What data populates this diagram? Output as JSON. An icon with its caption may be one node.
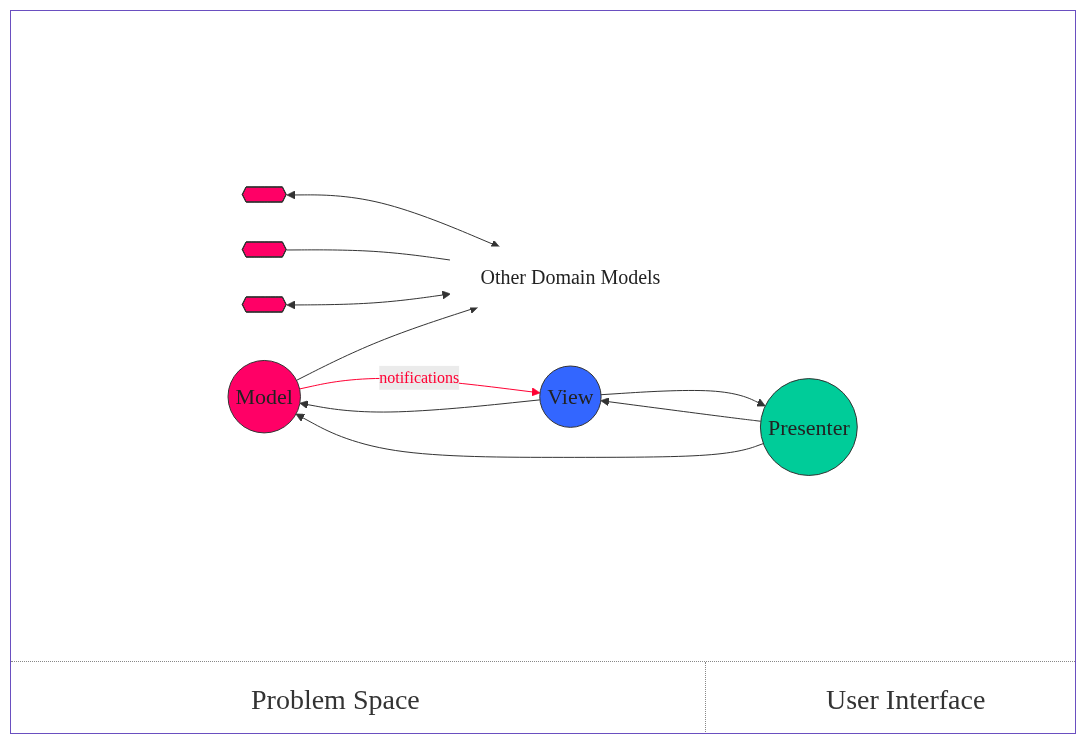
{
  "diagram": {
    "nodes": [
      {
        "text": [],
        "shape": "cross"
      },
      {
        "text": [],
        "shape": "cross"
      },
      {
        "text": [],
        "shape": "cross"
      },
      {
        "text": [
          "Other Domain Models"
        ]
      },
      {
        "text": [
          "Model"
        ]
      },
      {
        "text": [
          "Presenter"
        ]
      },
      {
        "text": [
          "View"
        ]
      }
    ],
    "edges": [
      {
        "from": 0,
        "to": 3,
        "arrow": "both"
      },
      {
        "from": 1,
        "to": 3,
        "arrow": "none"
      },
      {
        "from": 2,
        "to": 3,
        "arrow": "both"
      },
      {
        "from": 4,
        "to": 3,
        "arrow": "to"
      },
      {
        "from": 5,
        "to": 4,
        "arrow": "to"
      },
      {
        "from": 4,
        "to": 6,
        "arrow": "to",
        "label": "notifications",
        "color": "#ff0033"
      },
      {
        "from": 6,
        "to": 4,
        "arrow": "to"
      },
      {
        "from": 6,
        "to": 5,
        "arrow": "to"
      },
      {
        "from": 5,
        "to": 6,
        "arrow": "to"
      }
    ],
    "labels": [
      "Problem Space",
      "User Interface"
    ]
  }
}
